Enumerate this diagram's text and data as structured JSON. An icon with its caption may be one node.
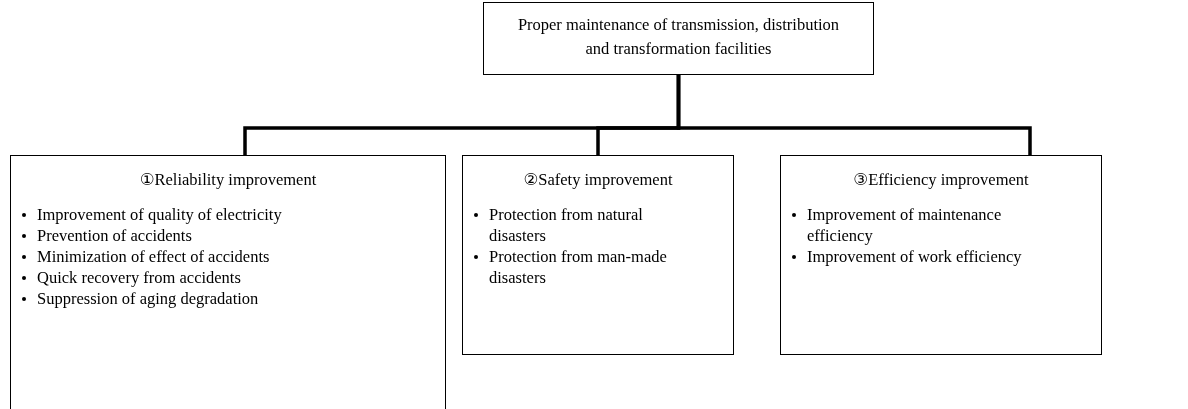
{
  "diagram": {
    "nodes": [
      {
        "text": [
          "Proper maintenance of transmission, distribution and transformation facilities"
        ]
      },
      {
        "text": [
          "①Reliability improvement",
          "Improvement of quality of electricity",
          "Prevention of accidents",
          "Minimization of effect of accidents",
          "Quick recovery from accidents",
          "Suppression of aging degradation"
        ]
      },
      {
        "text": [
          "②Safety improvement",
          "Protection from natural disasters",
          "Protection from man-made disasters"
        ]
      },
      {
        "text": [
          "③Efficiency improvement",
          "Improvement of maintenance efficiency",
          "Improvement of work efficiency"
        ]
      }
    ],
    "edges": [
      {
        "from": 0,
        "to": 1,
        "arrow": "none"
      },
      {
        "from": 0,
        "to": 2,
        "arrow": "none"
      },
      {
        "from": 0,
        "to": 3,
        "arrow": "none"
      }
    ]
  }
}
